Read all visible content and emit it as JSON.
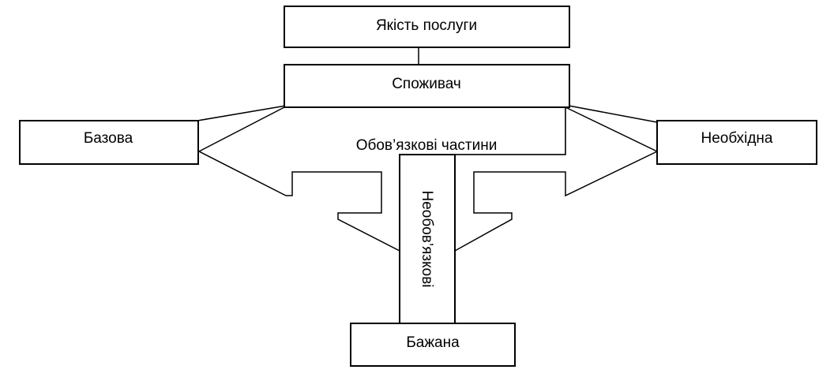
{
  "diagram": {
    "top_label": "Якість послуги",
    "consumer_label": "Споживач",
    "left_label": "Базова",
    "right_label": "Необхідна",
    "bottom_label": "Бажана",
    "center_label": "Обов’язкові частини",
    "stem_label": "Необов’язкові"
  }
}
